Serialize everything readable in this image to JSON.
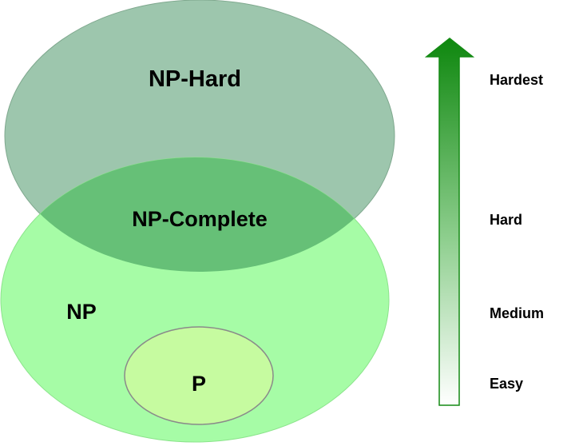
{
  "diagram": {
    "regions": {
      "np_hard": {
        "label": "NP-Hard",
        "color": "#9dc6ad"
      },
      "np": {
        "label": "NP",
        "color": "#a6fca6"
      },
      "np_complete": {
        "label": "NP-Complete",
        "color": "#66c077"
      },
      "p": {
        "label": "P",
        "color": "#c6fba0"
      }
    },
    "difficulty_scale": {
      "arrow_color": "#138a13",
      "levels": {
        "hardest": "Hardest",
        "hard": "Hard",
        "medium": "Medium",
        "easy": "Easy"
      }
    }
  }
}
